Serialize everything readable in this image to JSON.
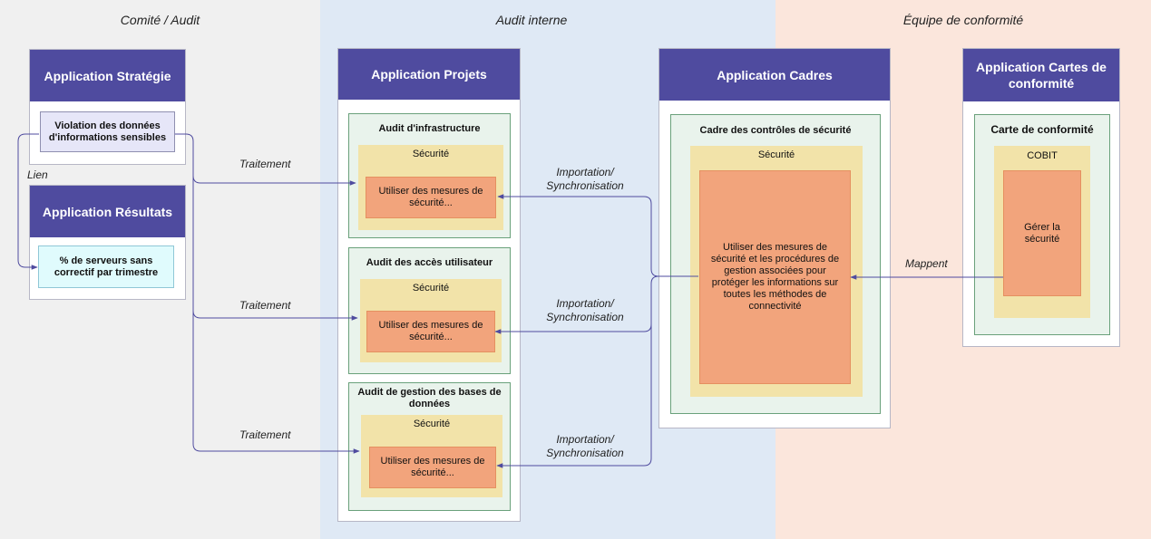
{
  "lanes": {
    "committee": "Comité / Audit",
    "internal": "Audit interne",
    "compliance": "Équipe de conformité"
  },
  "strategy": {
    "title": "Application Stratégie",
    "item": "Violation des données d'informations sensibles"
  },
  "results": {
    "title": "Application Résultats",
    "item": "% de serveurs sans correctif par trimestre"
  },
  "projects": {
    "title": "Application Projets",
    "audits": [
      {
        "title": "Audit d'infrastructure",
        "section": "Sécurité",
        "item": "Utiliser des mesures de sécurité..."
      },
      {
        "title": "Audit des accès utilisateur",
        "section": "Sécurité",
        "item": "Utiliser des mesures de sécurité..."
      },
      {
        "title": "Audit de gestion des bases de données",
        "section": "Sécurité",
        "item": "Utiliser des mesures de sécurité..."
      }
    ]
  },
  "frameworks": {
    "title": "Application Cadres",
    "container": "Cadre des contrôles de sécurité",
    "section": "Sécurité",
    "item": "Utiliser des mesures de sécurité et les procédures de gestion associées pour protéger les informations sur toutes les méthodes de connectivité"
  },
  "compliance_maps": {
    "title": "Application Cartes de conformité",
    "container": "Carte de conformité",
    "section": "COBIT",
    "item": "Gérer la sécurité"
  },
  "edges": {
    "link": "Lien",
    "processing": "Traitement",
    "sync": "Importation/ Synchronisation",
    "map": "Mappent"
  },
  "colors": {
    "lane_committee": "#f0f0f0",
    "lane_internal": "#dfe9f5",
    "lane_compliance": "#fbe6dc",
    "app_header": "#4f4b9f",
    "container_green": "#e9f3ec",
    "section_yellow": "#f2e3a9",
    "item_orange": "#f2a47c",
    "item_blue": "#e6e6f8",
    "item_cyan": "#e0fbfd",
    "connector": "#4f4b9f"
  }
}
